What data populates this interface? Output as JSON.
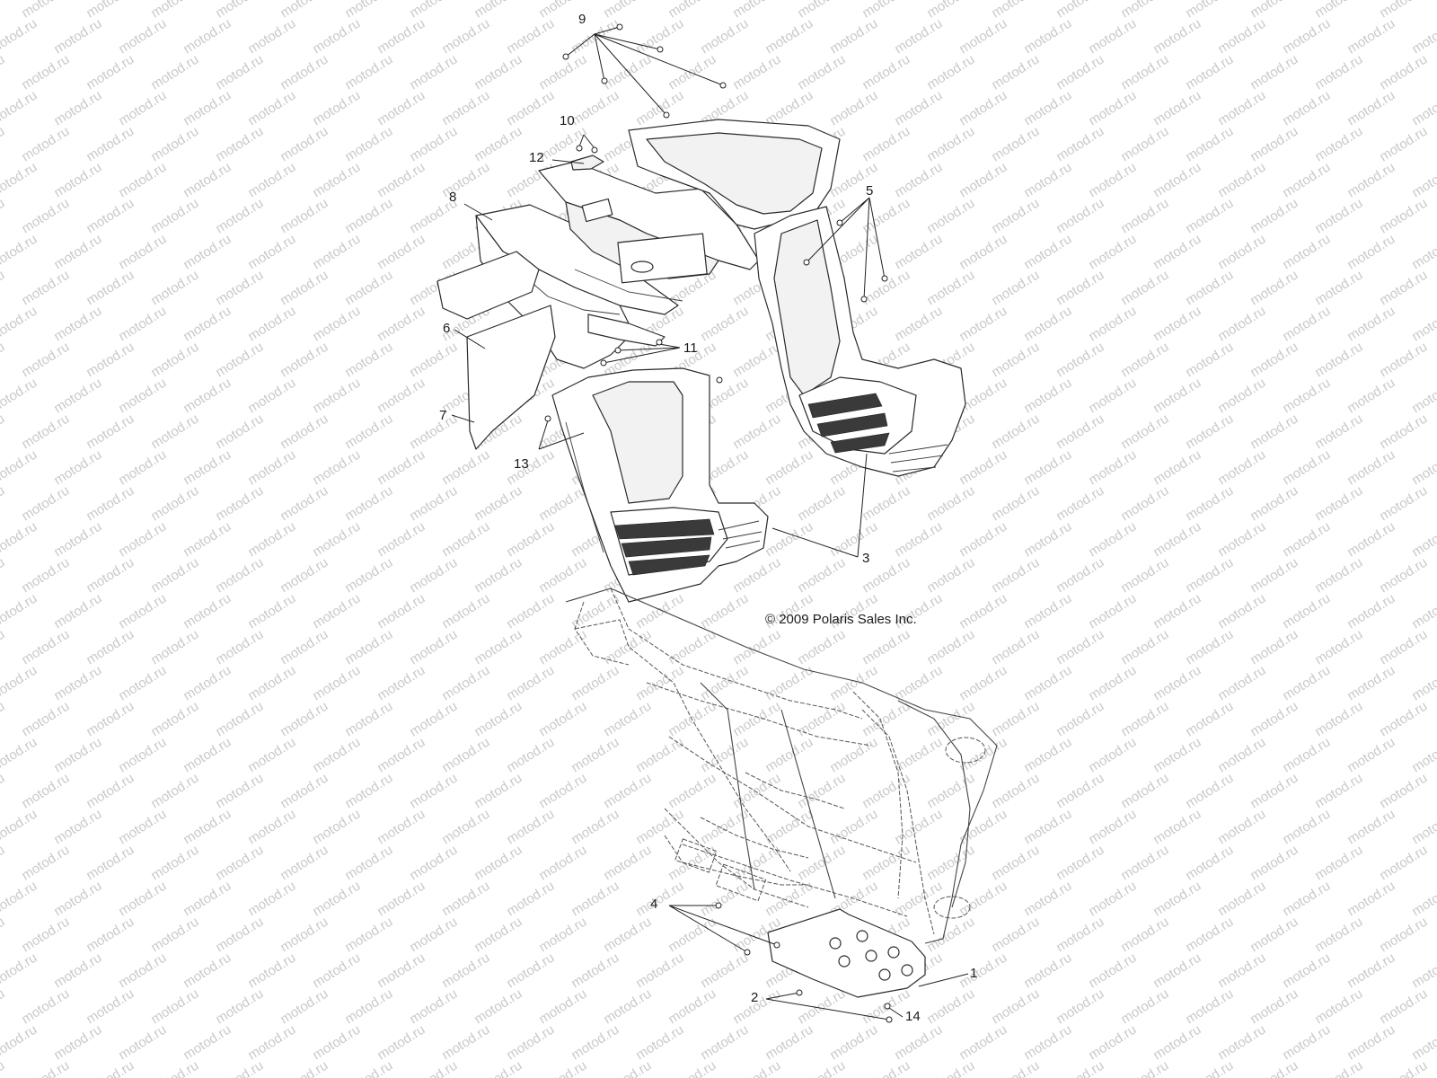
{
  "watermark": {
    "text": "motod.ru"
  },
  "copyright": "© 2009 Polaris Sales Inc.",
  "callouts": [
    {
      "id": "1",
      "label": "1"
    },
    {
      "id": "2",
      "label": "2"
    },
    {
      "id": "3",
      "label": "3"
    },
    {
      "id": "4",
      "label": "4"
    },
    {
      "id": "5",
      "label": "5"
    },
    {
      "id": "6",
      "label": "6"
    },
    {
      "id": "7",
      "label": "7"
    },
    {
      "id": "8",
      "label": "8"
    },
    {
      "id": "9",
      "label": "9"
    },
    {
      "id": "10",
      "label": "10"
    },
    {
      "id": "11",
      "label": "11"
    },
    {
      "id": "12",
      "label": "12"
    },
    {
      "id": "13",
      "label": "13"
    },
    {
      "id": "14",
      "label": "14"
    }
  ]
}
